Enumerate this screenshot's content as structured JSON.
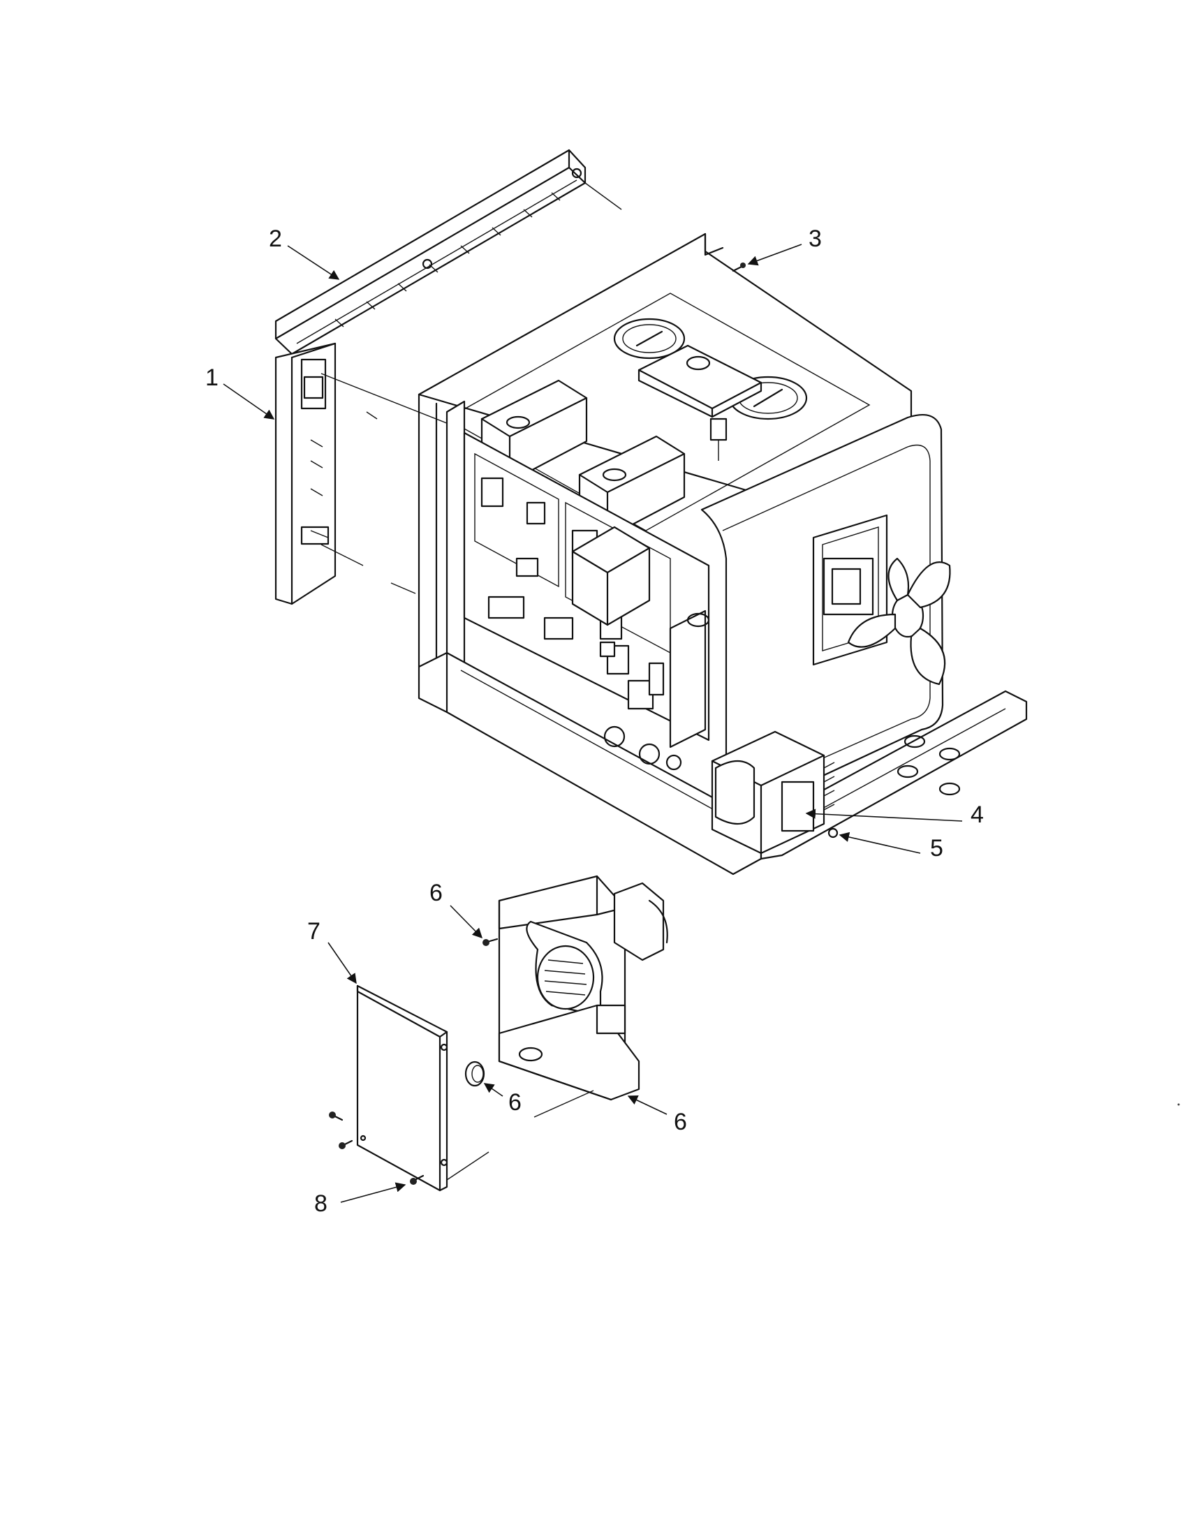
{
  "callouts": [
    {
      "label": "1"
    },
    {
      "label": "2"
    },
    {
      "label": "3"
    },
    {
      "label": "4"
    },
    {
      "label": "5"
    },
    {
      "label": "6"
    },
    {
      "label": "7"
    },
    {
      "label": "6"
    },
    {
      "label": "6"
    },
    {
      "label": "8"
    }
  ],
  "colors": {
    "line": "#111111",
    "background": "#ffffff"
  }
}
